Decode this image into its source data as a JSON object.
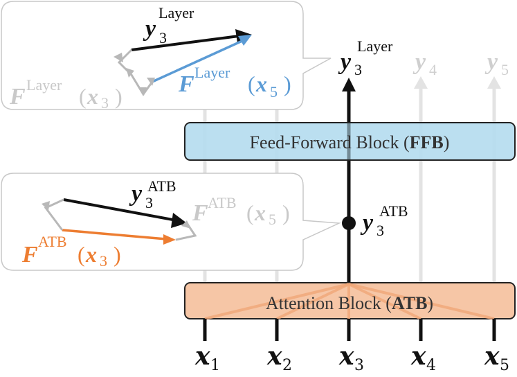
{
  "colors": {
    "ffb_fill": "#b5dcef",
    "atb_fill": "#f6c6a6",
    "black": "#111111",
    "faded": "#c9c9c9",
    "blue": "#5b9bd5",
    "orange": "#ed7d31",
    "callout_border": "#c8c8c8"
  },
  "blocks": {
    "ffb": {
      "label": "Feed-Forward Block (",
      "abbr": "FFB",
      "close": ")"
    },
    "atb": {
      "label": "Attention Block (",
      "abbr": "ATB",
      "close": ")"
    }
  },
  "inputs": [
    {
      "base": "x",
      "sub": "1"
    },
    {
      "base": "x",
      "sub": "2"
    },
    {
      "base": "x",
      "sub": "3"
    },
    {
      "base": "x",
      "sub": "4"
    },
    {
      "base": "x",
      "sub": "5"
    }
  ],
  "outputs": [
    {
      "base": "y",
      "sub": "3",
      "sup": "Layer"
    },
    {
      "base": "y",
      "sub": "4",
      "sup": ""
    },
    {
      "base": "y",
      "sub": "5",
      "sup": ""
    }
  ],
  "mid_node": {
    "base": "y",
    "sub": "3",
    "sup": "ATB"
  },
  "callout_layer": {
    "y_label": {
      "base": "y",
      "sub": "3",
      "sup": "Layer"
    },
    "f_blue": {
      "base": "F",
      "sup": "Layer",
      "arg": "x",
      "arg_sub": "5"
    },
    "f_gray": {
      "base": "F",
      "sup": "Layer",
      "arg": "x",
      "arg_sub": "3"
    }
  },
  "callout_atb": {
    "y_label": {
      "base": "y",
      "sub": "3",
      "sup": "ATB"
    },
    "f_gray": {
      "base": "F",
      "sup": "ATB",
      "arg": "x",
      "arg_sub": "5"
    },
    "f_orange": {
      "base": "F",
      "sup": "ATB",
      "arg": "x",
      "arg_sub": "3"
    }
  }
}
